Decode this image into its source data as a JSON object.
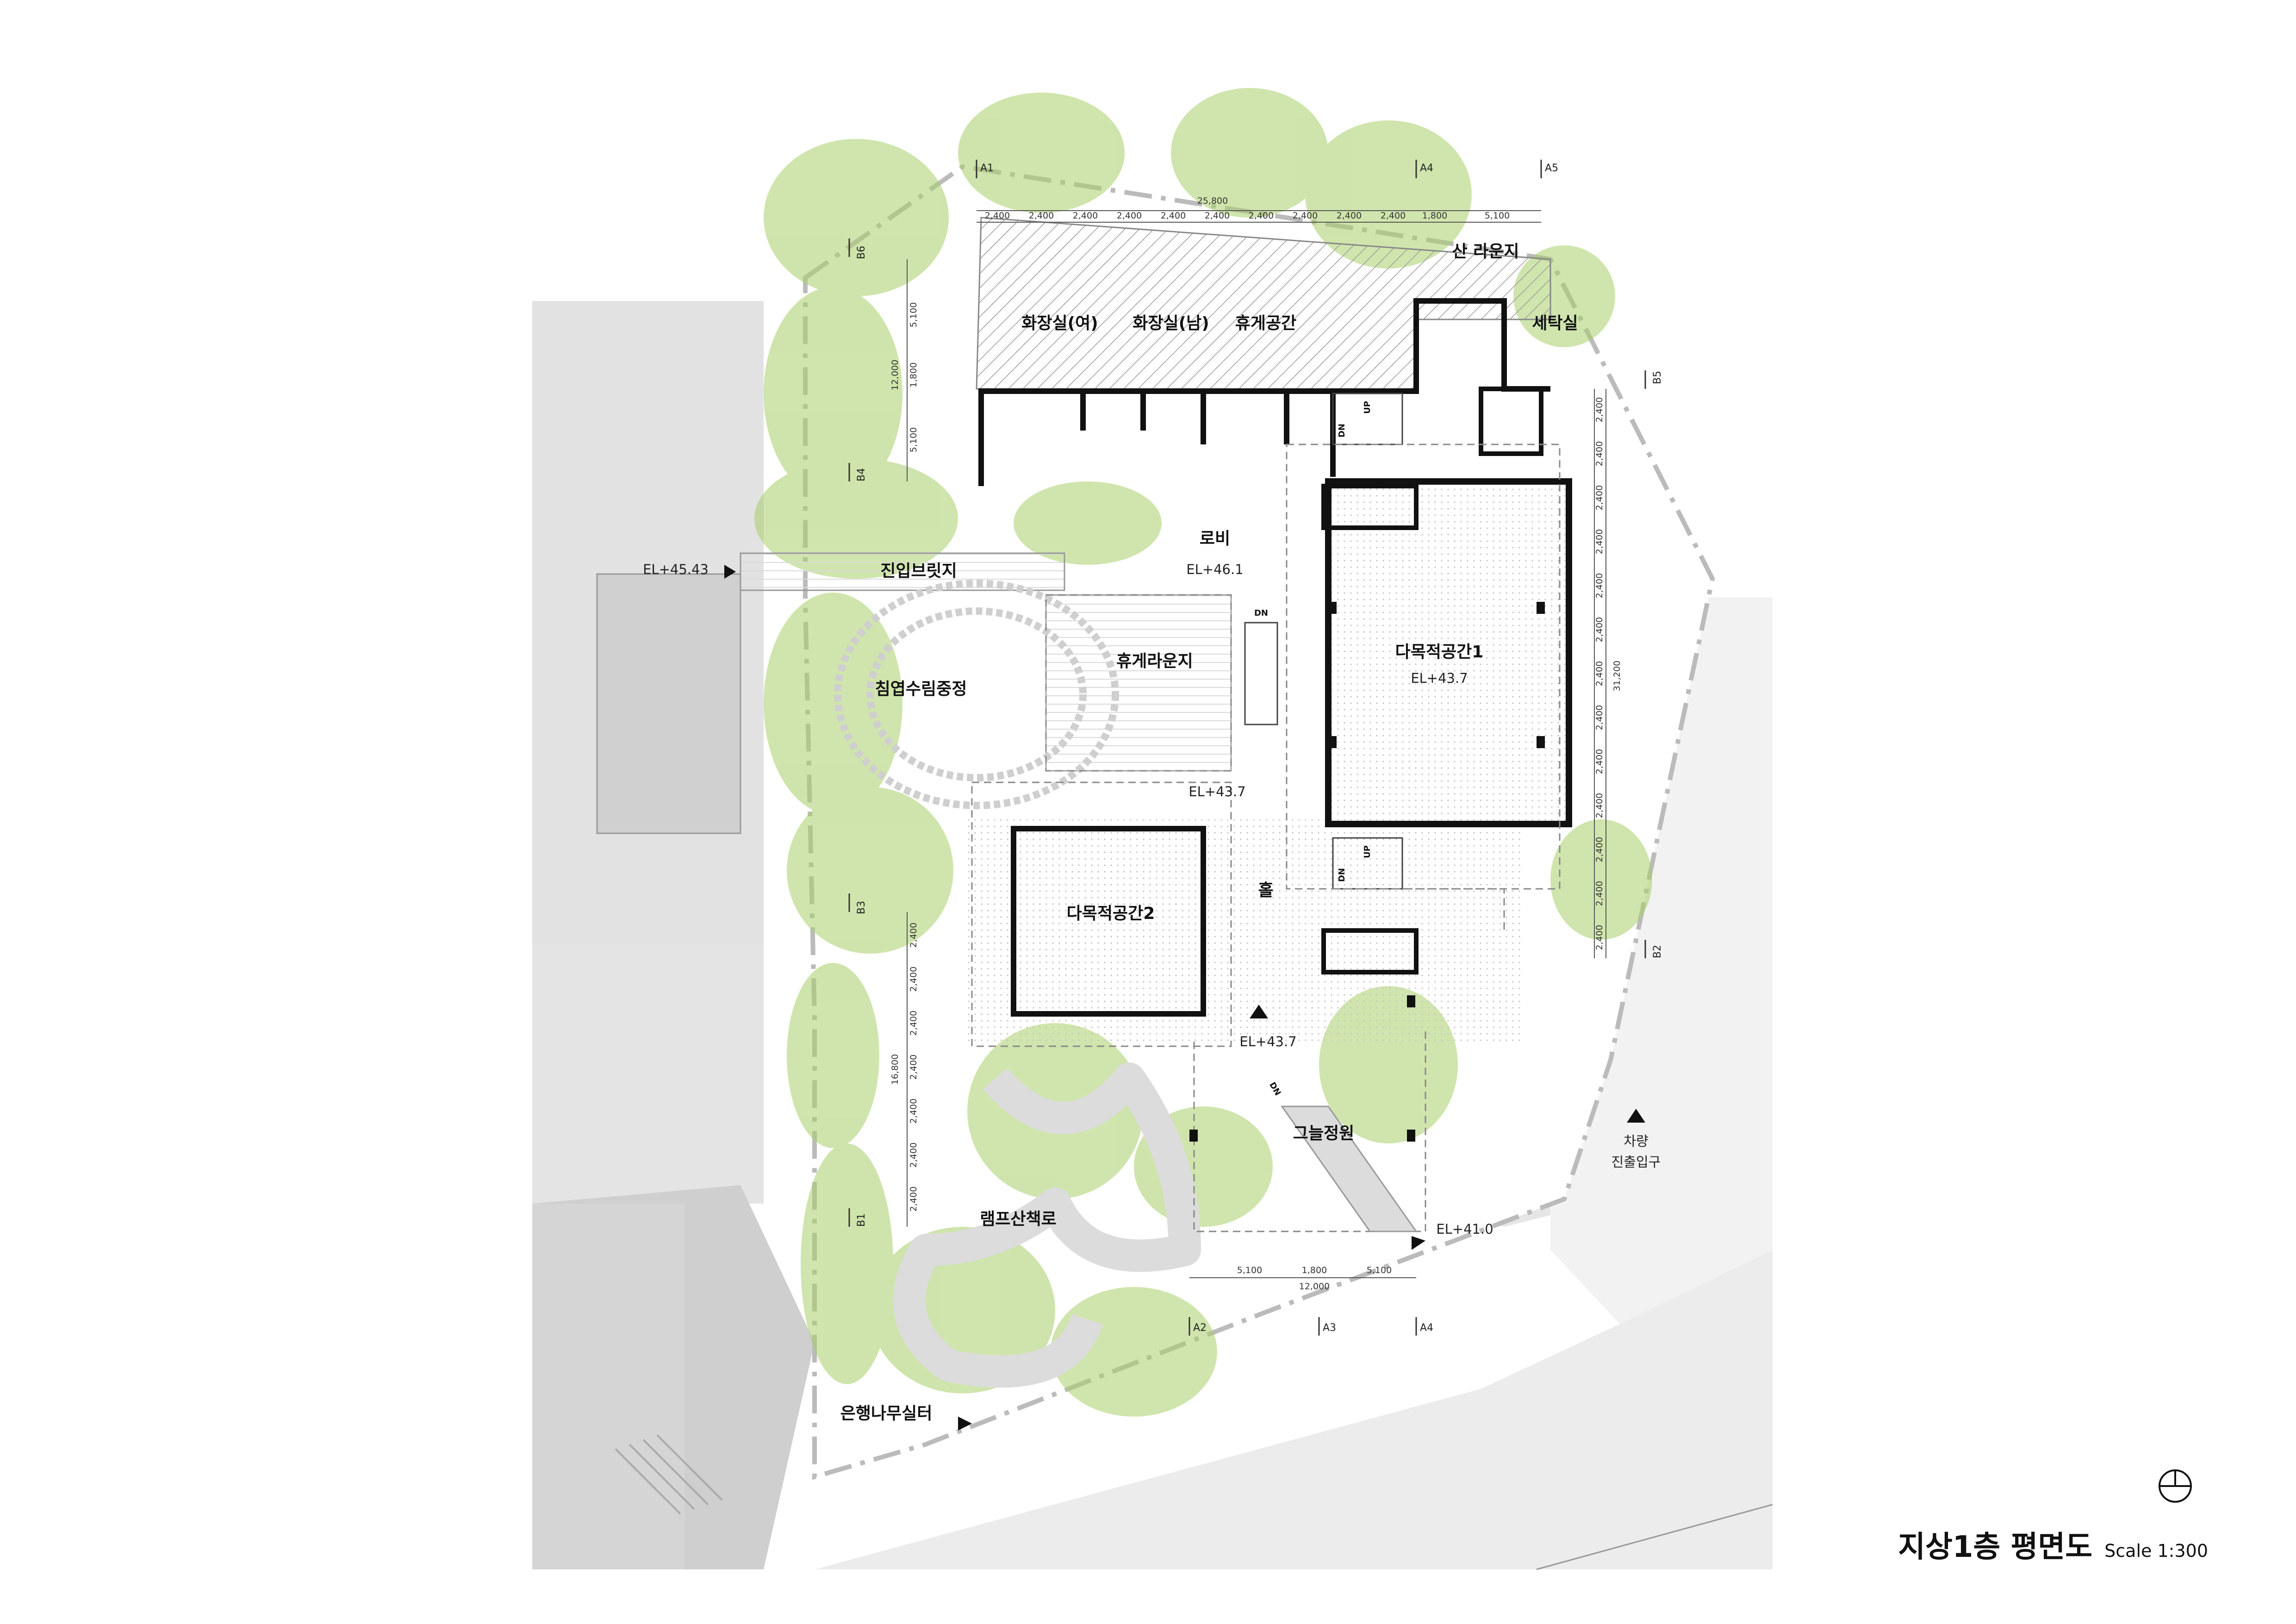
{
  "title": "지상1층 평면도",
  "scale": "Scale 1:300",
  "colors": {
    "greenery": "#a9cf6a",
    "wall": "#111111",
    "hatch": "#9a9a9a",
    "context": "#d9d9d9",
    "boundary": "#bdbdbd"
  },
  "rooms": {
    "mountain_lounge": "산 라운지",
    "laundry": "세탁실",
    "toilet_f": "화장실(여)",
    "toilet_m": "화장실(남)",
    "rest_space": "휴게공간",
    "lobby": "로비",
    "entry_bridge": "진입브릿지",
    "rest_lounge": "휴게라운지",
    "courtyard": "침엽수림중정",
    "multi1": "다목적공간1",
    "multi2": "다목적공간2",
    "hall": "홀",
    "shade_garden": "그늘정원",
    "ramp_trail": "램프산책로",
    "ginkgo_yard": "은행나무실터",
    "vehicle_entry_1": "차량",
    "vehicle_entry_2": "진출입구"
  },
  "elevations": {
    "lobby": "EL+46.1",
    "bridge": "EL+45.43",
    "multi1": "EL+43.7",
    "center": "EL+43.7",
    "hall": "EL+43.7",
    "road": "EL+41.0"
  },
  "axes": {
    "A1": "A1",
    "A2": "A2",
    "A3": "A3",
    "A4": "A4",
    "A5": "A5",
    "B1": "B1",
    "B2": "B2",
    "B3": "B3",
    "B4": "B4",
    "B5": "B5",
    "B6": "B6"
  },
  "dims": {
    "top_total": "25,800",
    "top_segments": [
      "2,400",
      "2,400",
      "2,400",
      "2,400",
      "2,400",
      "2,400",
      "2,400",
      "2,400",
      "2,400",
      "2,400",
      "1,800",
      "5,100"
    ],
    "right_total": "31,200",
    "right_segments": [
      "2,400",
      "2,400",
      "2,400",
      "2,400",
      "2,400",
      "2,400",
      "2,400",
      "2,400",
      "2,400",
      "2,400",
      "2,400",
      "2,400",
      "2,400"
    ],
    "left_upper": [
      "5,100",
      "12,000",
      "1,800",
      "5,100"
    ],
    "left_lower_total": "16,800",
    "left_lower": [
      "2,400",
      "2,400",
      "2,400",
      "2,400",
      "2,400",
      "2,400",
      "2,400"
    ],
    "bottom": [
      "5,100",
      "1,800",
      "12,000",
      "5,100"
    ]
  },
  "labels": {
    "dn": "DN",
    "up": "UP"
  }
}
